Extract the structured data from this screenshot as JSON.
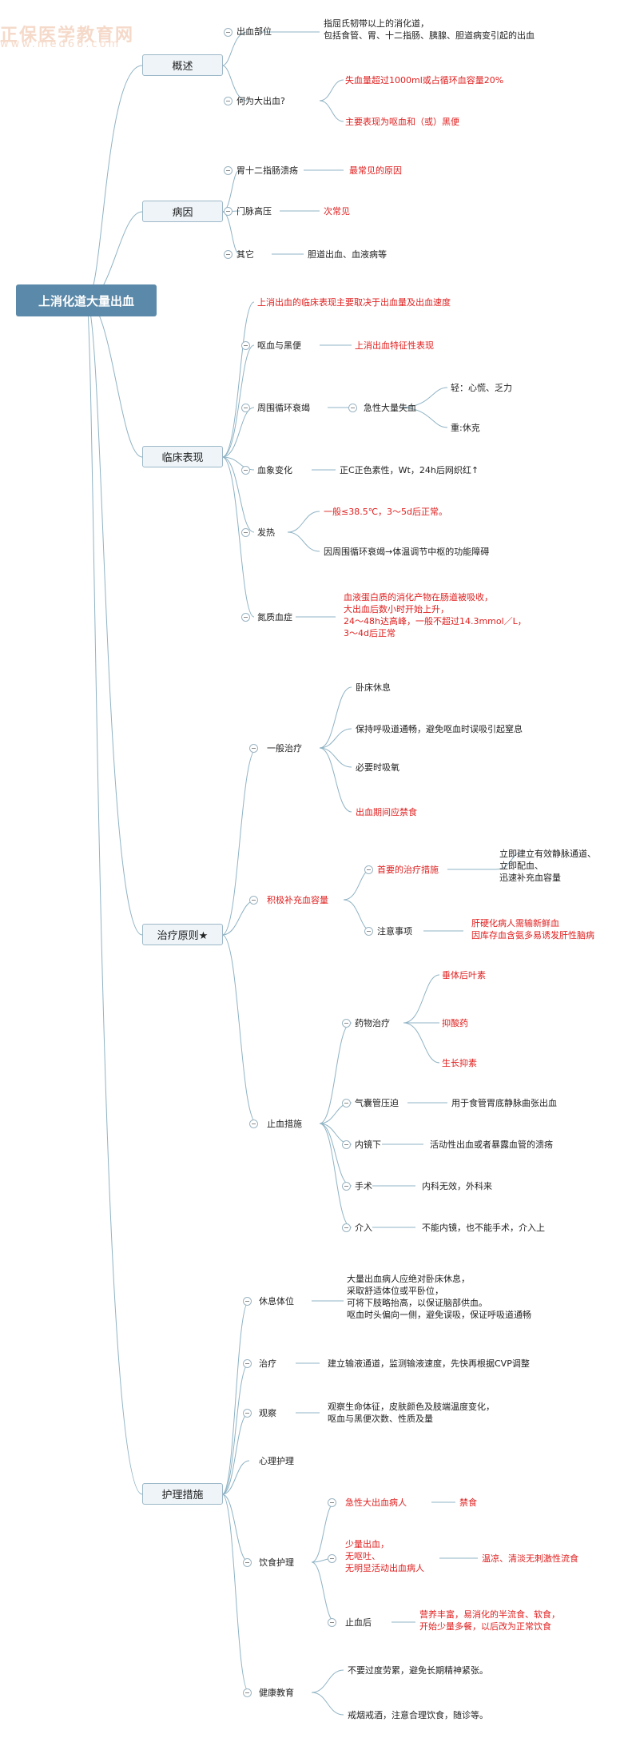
{
  "watermark": {
    "logo": "正保医学教育网",
    "site": "www.med66.com"
  },
  "root": "上消化道大量出血",
  "branches": {
    "overview": "概述",
    "cause": "病因",
    "clinical": "临床表现",
    "treatment": "治疗原则★",
    "nursing": "护理措施"
  },
  "overview": {
    "site_label": "出血部位",
    "site_text": "指屈氏韧带以上的消化道，\n包括食管、胃、十二指肠、胰腺、胆道病变引起的出血",
    "massive_label": "何为大出血?",
    "massive_1": "失血量超过1000ml或占循环血容量20%",
    "massive_2": "主要表现为呕血和（或）黑便"
  },
  "cause": {
    "c1": "胃十二指肠溃疡",
    "c1_note": "最常见的原因",
    "c2": "门脉高压",
    "c2_note": "次常见",
    "c3": "其它",
    "c3_note": "胆道出血、血液病等"
  },
  "clinical": {
    "intro": "上消出血的临床表现主要取决于出血量及出血速度",
    "hematemesis": "呕血与黑便",
    "hematemesis_note": "上消出血特征性表现",
    "circulatory": "周围循环衰竭",
    "acute_loss": "急性大量失血",
    "mild": "轻：心慌、乏力",
    "severe": "重:休克",
    "blood": "血象变化",
    "blood_note": "正C正色素性，Wt，24h后网织红↑",
    "fever": "发热",
    "fever_1": "一般≤38.5℃，3～5d后正常。",
    "fever_2": "因周围循环衰竭→体温调节中枢的功能障碍",
    "azotemia": "氮质血症",
    "azotemia_note": "血液蛋白质的消化产物在肠道被吸收，\n大出血后数小时开始上升，\n24～48h达高峰，一般不超过14.3mmol／L，\n3～4d后正常"
  },
  "treatment": {
    "general": "一般治疗",
    "g1": "卧床休息",
    "g2": "保持呼吸道通畅，避免呕血时误吸引起窒息",
    "g3": "必要时吸氧",
    "g4": "出血期间应禁食",
    "volume": "积极补充血容量",
    "first": "首要的治疗措施",
    "first_note": "立即建立有效静脉通道、\n立即配血、\n迅速补充血容量",
    "caution": "注意事项",
    "caution_note": "肝硬化病人需输新鲜血\n因库存血含氨多易诱发肝性脑病",
    "hemostasis": "止血措施",
    "drug": "药物治疗",
    "d1": "垂体后叶素",
    "d2": "抑酸药",
    "d3": "生长抑素",
    "balloon": "气囊管压迫",
    "balloon_note": "用于食管胃底静脉曲张出血",
    "endo": "内镜下",
    "endo_note": "活动性出血或者暴露血管的溃疡",
    "surgery": "手术",
    "surgery_note": "内科无效，外科来",
    "intervention": "介入",
    "intervention_note": "不能内镜，也不能手术，介入上"
  },
  "nursing": {
    "position": "休息体位",
    "position_note": "大量出血病人应绝对卧床休息，\n采取舒适体位或平卧位，\n可将下肢略抬高，以保证脑部供血。\n呕血时头偏向一侧，避免误吸，保证呼吸道通畅",
    "therapy": "治疗",
    "therapy_note": "建立输液通道，监测输液速度，先快再根据CVP调整",
    "observe": "观察",
    "observe_note": "观察生命体征，皮肤颜色及肢端温度变化，\n呕血与黑便次数、性质及量",
    "psych": "心理护理",
    "diet": "饮食护理",
    "diet_1": "急性大出血病人",
    "diet_1_note": "禁食",
    "diet_2": "少量出血，\n无呕吐、\n无明显活动出血病人",
    "diet_2_note": "温凉、清淡无刺激性流食",
    "diet_3": "止血后",
    "diet_3_note": "营养丰富，易消化的半流食、软食，\n开始少量多餐，以后改为正常饮食",
    "education": "健康教育",
    "edu_1": "不要过度劳累，避免长期精神紧张。",
    "edu_2": "戒烟戒酒，注意合理饮食，随诊等。"
  }
}
